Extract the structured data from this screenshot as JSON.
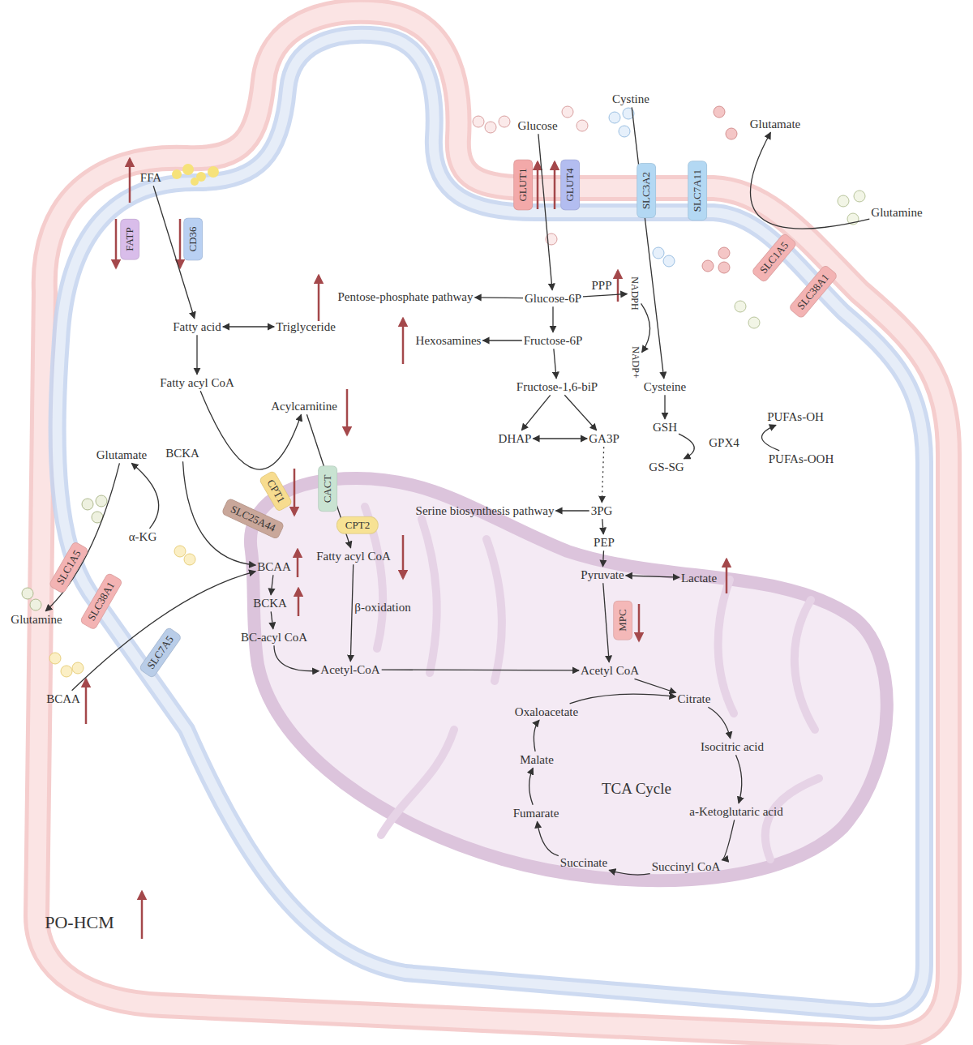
{
  "diagram": {
    "nodes": [
      {
        "text": [
          "Glucose"
        ]
      },
      {
        "text": [
          "GLUT1"
        ]
      },
      {
        "text": [
          "GLUT4"
        ]
      },
      {
        "text": [
          "Glucose-6P"
        ]
      },
      {
        "text": [
          "Pentose-phosphate pathway"
        ]
      },
      {
        "text": [
          "Fructose-6P"
        ]
      },
      {
        "text": [
          "Hexosamines"
        ]
      },
      {
        "text": [
          "Fructose-1,6-biP"
        ]
      },
      {
        "text": [
          "DHAP"
        ]
      },
      {
        "text": [
          "GA3P"
        ]
      },
      {
        "text": [
          "Serine biosynthesis pathway"
        ]
      },
      {
        "text": [
          "3PG"
        ]
      },
      {
        "text": [
          "PEP"
        ]
      },
      {
        "text": [
          "Pyruvate"
        ]
      },
      {
        "text": [
          "Lactate"
        ]
      },
      {
        "text": [
          "MPC"
        ]
      },
      {
        "text": [
          "Acetyl CoA"
        ]
      },
      {
        "text": [
          "Citrate"
        ]
      },
      {
        "text": [
          "Isocitric acid"
        ]
      },
      {
        "text": [
          "a-Ketoglutaric acid"
        ]
      },
      {
        "text": [
          "Succinyl CoA"
        ]
      },
      {
        "text": [
          "Succinate"
        ]
      },
      {
        "text": [
          "Fumarate"
        ]
      },
      {
        "text": [
          "Malate"
        ]
      },
      {
        "text": [
          "Oxaloacetate"
        ]
      },
      {
        "text": [
          "Cystine"
        ]
      },
      {
        "text": [
          "Glutamate"
        ]
      },
      {
        "text": [
          "SLC3A2"
        ]
      },
      {
        "text": [
          "SLC7A11"
        ]
      },
      {
        "text": [
          "NADPH"
        ]
      },
      {
        "text": [
          "NADP+"
        ]
      },
      {
        "text": [
          "Cysteine"
        ]
      },
      {
        "text": [
          "GSH"
        ]
      },
      {
        "text": [
          "GS-SG"
        ]
      },
      {
        "text": [
          "PUFAs-OH"
        ]
      },
      {
        "text": [
          "PUFAs-OOH"
        ]
      },
      {
        "text": [
          "Glutamine"
        ]
      },
      {
        "text": [
          "SLC1A5"
        ]
      },
      {
        "text": [
          "SLC38A1"
        ]
      },
      {
        "text": [
          "FFA"
        ]
      },
      {
        "text": [
          "FATP"
        ]
      },
      {
        "text": [
          "CD36"
        ]
      },
      {
        "text": [
          "Fatty acid"
        ]
      },
      {
        "text": [
          "Triglyceride"
        ]
      },
      {
        "text": [
          "Fatty acyl CoA"
        ]
      },
      {
        "text": [
          "Acylcarnitine"
        ]
      },
      {
        "text": [
          "CPT1"
        ]
      },
      {
        "text": [
          "CACT"
        ]
      },
      {
        "text": [
          "CPT2"
        ]
      },
      {
        "text": [
          "Fatty acyl CoA"
        ]
      },
      {
        "text": [
          "Acetyl-CoA"
        ]
      },
      {
        "text": [
          "Glutamate"
        ]
      },
      {
        "text": [
          "BCKA"
        ]
      },
      {
        "text": [
          "α-KG"
        ]
      },
      {
        "text": [
          "SLC1A5"
        ]
      },
      {
        "text": [
          "SLC38A1"
        ]
      },
      {
        "text": [
          "Glutamine"
        ]
      },
      {
        "text": [
          "SLC7A5"
        ]
      },
      {
        "text": [
          "BCAA"
        ]
      },
      {
        "text": [
          "SLC25A44"
        ]
      },
      {
        "text": [
          "BCAA"
        ]
      },
      {
        "text": [
          "BCKA"
        ]
      },
      {
        "text": [
          "BC-acyl CoA"
        ]
      }
    ],
    "edges": [
      {
        "from": 0,
        "to": 3,
        "arrow": "to"
      },
      {
        "from": 3,
        "to": 4,
        "arrow": "to"
      },
      {
        "from": 3,
        "to": 29,
        "label": "PPP",
        "arrow": "to"
      },
      {
        "from": 3,
        "to": 5,
        "arrow": "to"
      },
      {
        "from": 5,
        "to": 6,
        "arrow": "to"
      },
      {
        "from": 5,
        "to": 7,
        "arrow": "to"
      },
      {
        "from": 7,
        "to": 8,
        "arrow": "to"
      },
      {
        "from": 7,
        "to": 9,
        "arrow": "to"
      },
      {
        "from": 8,
        "to": 9,
        "arrow": "both"
      },
      {
        "from": 9,
        "to": 11,
        "arrow": "to"
      },
      {
        "from": 11,
        "to": 10,
        "arrow": "to"
      },
      {
        "from": 11,
        "to": 12,
        "arrow": "to"
      },
      {
        "from": 12,
        "to": 13,
        "arrow": "to"
      },
      {
        "from": 13,
        "to": 14,
        "arrow": "both"
      },
      {
        "from": 13,
        "to": 16,
        "arrow": "to"
      },
      {
        "from": 16,
        "to": 17,
        "arrow": "to"
      },
      {
        "from": 24,
        "to": 17,
        "arrow": "to"
      },
      {
        "from": 17,
        "to": 18,
        "arrow": "to"
      },
      {
        "from": 18,
        "to": 19,
        "arrow": "to"
      },
      {
        "from": 19,
        "to": 20,
        "arrow": "to"
      },
      {
        "from": 20,
        "to": 21,
        "arrow": "to"
      },
      {
        "from": 21,
        "to": 22,
        "arrow": "to"
      },
      {
        "from": 22,
        "to": 23,
        "arrow": "to"
      },
      {
        "from": 23,
        "to": 24,
        "arrow": "to"
      },
      {
        "from": 50,
        "to": 16,
        "arrow": "to"
      },
      {
        "from": 25,
        "to": 31,
        "arrow": "to"
      },
      {
        "from": 29,
        "to": 30,
        "arrow": "to"
      },
      {
        "from": 31,
        "to": 32,
        "arrow": "to"
      },
      {
        "from": 32,
        "to": 33,
        "arrow": "to"
      },
      {
        "from": 35,
        "to": 34,
        "arrow": "to"
      },
      {
        "from": 36,
        "to": 26,
        "arrow": "to"
      },
      {
        "from": 39,
        "to": 42,
        "arrow": "to"
      },
      {
        "from": 42,
        "to": 43,
        "arrow": "both"
      },
      {
        "from": 42,
        "to": 44,
        "arrow": "to"
      },
      {
        "from": 44,
        "to": 45,
        "arrow": "to"
      },
      {
        "from": 45,
        "to": 49,
        "arrow": "to"
      },
      {
        "from": 49,
        "to": 50,
        "label": "β-oxidation",
        "arrow": "to"
      },
      {
        "from": 53,
        "to": 51,
        "arrow": "to"
      },
      {
        "from": 51,
        "to": 56,
        "arrow": "to"
      },
      {
        "from": 52,
        "to": 60,
        "arrow": "to"
      },
      {
        "from": 58,
        "to": 60,
        "arrow": "to"
      },
      {
        "from": 60,
        "to": 61,
        "arrow": "to"
      },
      {
        "from": 61,
        "to": 62,
        "arrow": "to"
      },
      {
        "from": 62,
        "to": 50,
        "arrow": "to"
      }
    ],
    "labels": [
      "TCA Cycle",
      "GPX4"
    ],
    "legend": [
      {
        "text": "PO-HCM"
      }
    ]
  }
}
